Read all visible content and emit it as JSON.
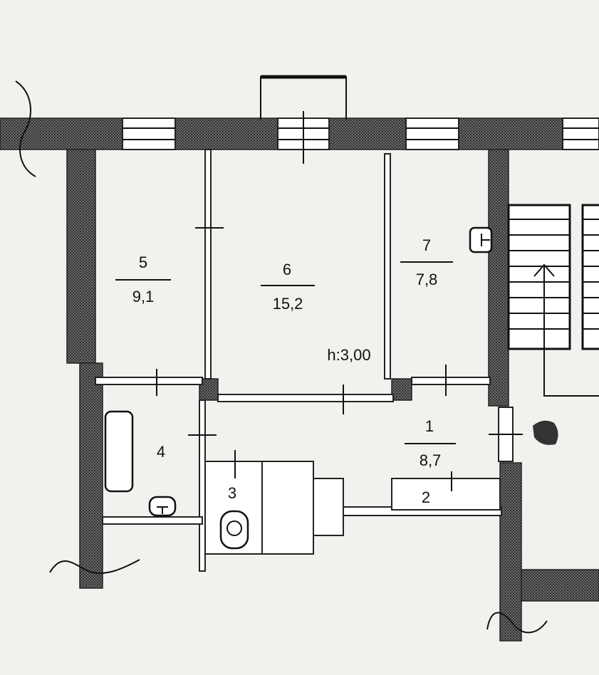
{
  "plan": {
    "ceiling_height": "h:3,00",
    "rooms": [
      {
        "number": "5",
        "area": "9,1"
      },
      {
        "number": "6",
        "area": "15,2"
      },
      {
        "number": "7",
        "area": "7,8"
      },
      {
        "number": "1",
        "area": "8,7"
      },
      {
        "number": "4",
        "area": ""
      },
      {
        "number": "3",
        "area": ""
      },
      {
        "number": "2",
        "area": ""
      }
    ]
  }
}
